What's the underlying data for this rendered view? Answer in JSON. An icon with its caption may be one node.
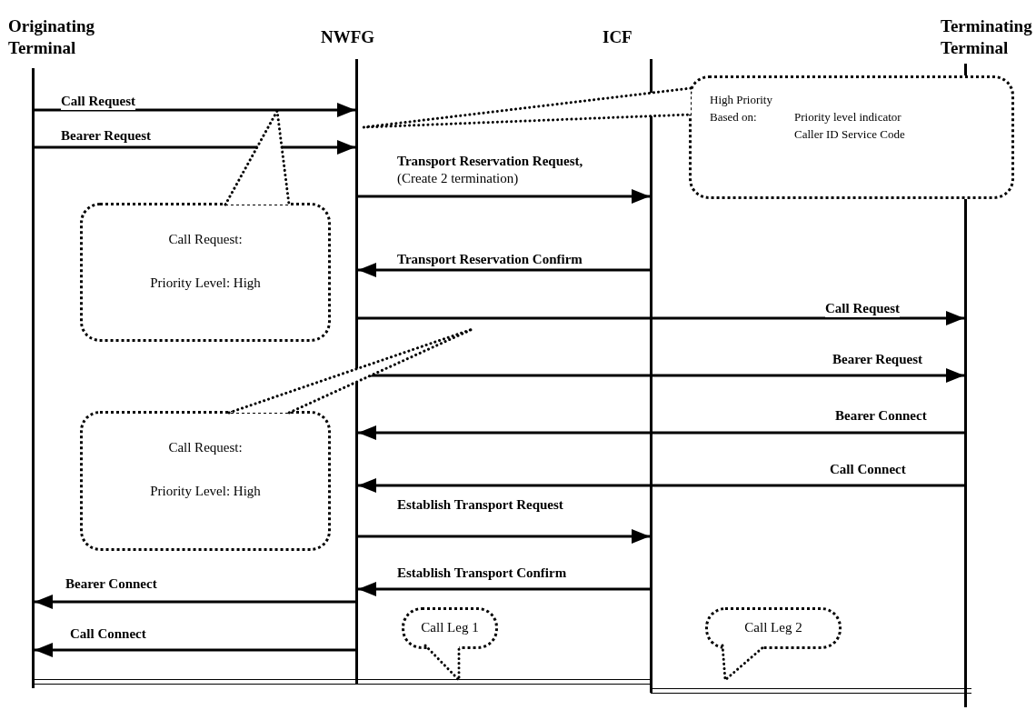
{
  "diagram": {
    "nodes": [
      {
        "text": [
          "Originating Terminal"
        ]
      },
      {
        "text": [
          "NWFG"
        ]
      },
      {
        "text": [
          "ICF"
        ]
      },
      {
        "text": [
          "Terminating Terminal"
        ]
      },
      {
        "text": [
          "High Priority",
          "Based on:",
          "Priority level indicator Caller ID Service Code"
        ]
      },
      {
        "text": [
          "Call Request:",
          "Priority Level: High"
        ]
      },
      {
        "text": [
          "Call Request:",
          "Priority Level: High"
        ]
      },
      {
        "text": [
          "Call Leg 1"
        ]
      },
      {
        "text": [
          "Call Leg 2"
        ]
      },
      {
        "text": [],
        "shape": "bar"
      },
      {
        "text": [],
        "shape": "bar"
      }
    ],
    "edges": [
      {
        "from": 0,
        "to": 1,
        "arrow": "to",
        "label": "Call Request"
      },
      {
        "from": 0,
        "to": 1,
        "arrow": "to",
        "label": "Bearer Request"
      },
      {
        "from": 1,
        "to": 2,
        "arrow": "to",
        "label": "**Transport Reservation Request,** (Create 2 termination)"
      },
      {
        "from": 2,
        "to": 1,
        "arrow": "to",
        "label": "Transport Reservation Confirm"
      },
      {
        "from": 1,
        "to": 3,
        "arrow": "to",
        "label": "Call Request"
      },
      {
        "from": 1,
        "to": 3,
        "arrow": "to",
        "label": "Bearer Request"
      },
      {
        "from": 3,
        "to": 1,
        "arrow": "to",
        "label": "Bearer Connect"
      },
      {
        "from": 3,
        "to": 1,
        "arrow": "to",
        "label": "Call Connect"
      },
      {
        "from": 1,
        "to": 2,
        "arrow": "to",
        "label": "Establish Transport Request"
      },
      {
        "from": 2,
        "to": 1,
        "arrow": "to",
        "label": "Establish Transport Confirm"
      },
      {
        "from": 1,
        "to": 0,
        "arrow": "to",
        "label": "Bearer Connect"
      },
      {
        "from": 1,
        "to": 0,
        "arrow": "to",
        "label": "Call Connect"
      }
    ]
  }
}
